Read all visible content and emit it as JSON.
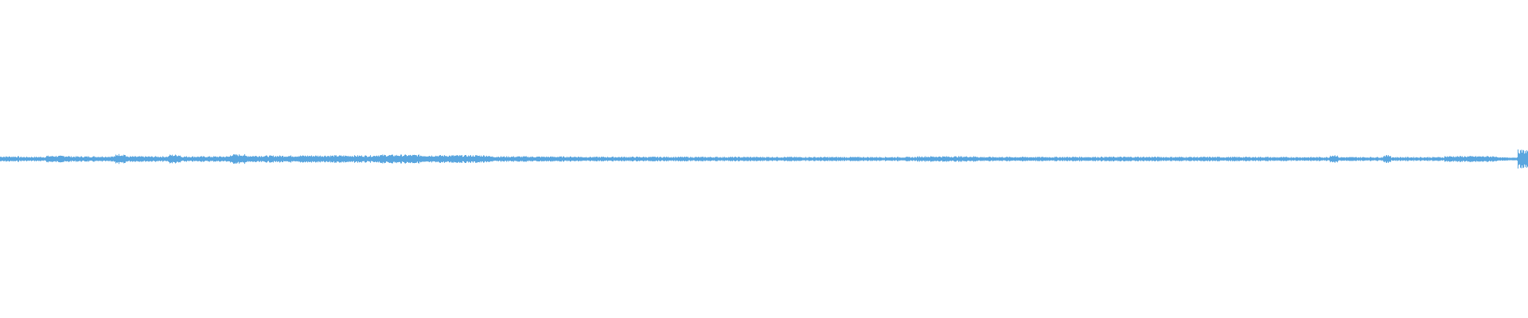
{
  "waveform": {
    "color": "#5aa6df",
    "background": "#ffffff",
    "segments": [
      {
        "start": 0.0,
        "end": 0.012,
        "level": 0.3
      },
      {
        "start": 0.012,
        "end": 0.03,
        "level": 0.25
      },
      {
        "start": 0.03,
        "end": 0.045,
        "level": 0.36
      },
      {
        "start": 0.045,
        "end": 0.075,
        "level": 0.3
      },
      {
        "start": 0.075,
        "end": 0.082,
        "level": 0.55
      },
      {
        "start": 0.082,
        "end": 0.11,
        "level": 0.3
      },
      {
        "start": 0.11,
        "end": 0.118,
        "level": 0.48
      },
      {
        "start": 0.118,
        "end": 0.15,
        "level": 0.3
      },
      {
        "start": 0.15,
        "end": 0.16,
        "level": 0.52
      },
      {
        "start": 0.16,
        "end": 0.195,
        "level": 0.38
      },
      {
        "start": 0.195,
        "end": 0.245,
        "level": 0.4
      },
      {
        "start": 0.245,
        "end": 0.275,
        "level": 0.47
      },
      {
        "start": 0.275,
        "end": 0.32,
        "level": 0.42
      },
      {
        "start": 0.32,
        "end": 0.345,
        "level": 0.3
      },
      {
        "start": 0.345,
        "end": 0.38,
        "level": 0.28
      },
      {
        "start": 0.38,
        "end": 0.45,
        "level": 0.25
      },
      {
        "start": 0.45,
        "end": 0.52,
        "level": 0.24
      },
      {
        "start": 0.52,
        "end": 0.6,
        "level": 0.23
      },
      {
        "start": 0.6,
        "end": 0.64,
        "level": 0.3
      },
      {
        "start": 0.64,
        "end": 0.7,
        "level": 0.24
      },
      {
        "start": 0.7,
        "end": 0.76,
        "level": 0.25
      },
      {
        "start": 0.76,
        "end": 0.83,
        "level": 0.24
      },
      {
        "start": 0.83,
        "end": 0.87,
        "level": 0.22
      },
      {
        "start": 0.87,
        "end": 0.875,
        "level": 0.45
      },
      {
        "start": 0.875,
        "end": 0.905,
        "level": 0.22
      },
      {
        "start": 0.905,
        "end": 0.91,
        "level": 0.42
      },
      {
        "start": 0.91,
        "end": 0.945,
        "level": 0.22
      },
      {
        "start": 0.945,
        "end": 0.98,
        "level": 0.32
      },
      {
        "start": 0.98,
        "end": 0.993,
        "level": 0.18
      },
      {
        "start": 0.993,
        "end": 1.0,
        "level": 1.0
      }
    ]
  }
}
